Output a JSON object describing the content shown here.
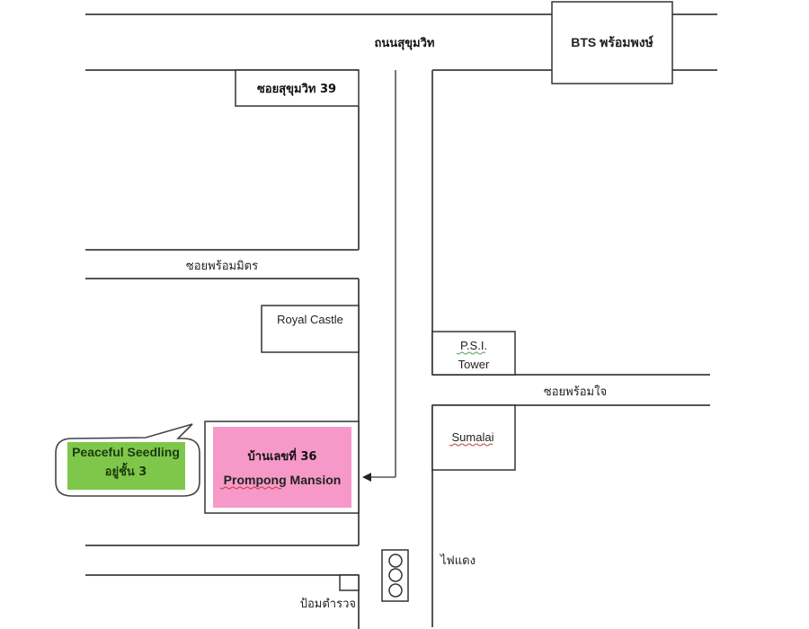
{
  "map": {
    "roads": {
      "main_road": "ถนนสุขุมวิท",
      "soi_39": "ซอยสุขุมวิท 39",
      "soi_promphong_mit": "ซอยพร้อมมิตร",
      "soi_promphong_jai": "ซอยพร้อมใจ"
    },
    "landmarks": {
      "bts_station": "BTS พร้อมพงษ์",
      "royal_castle": "Royal Castle",
      "psi_tower_line1": "P.S.I.",
      "psi_tower_line2": "Tower",
      "sumalai": "Sumalai",
      "police_box": "ป้อมตำรวจ",
      "traffic_light": "ไฟแดง"
    },
    "destination": {
      "line1": "บ้านเลขที่ 36",
      "line2": "Prompong Mansion",
      "color": "#f799c8"
    },
    "callout": {
      "line1": "Peaceful Seedling",
      "line2": "อยู่ชั้น 3",
      "color": "#7fc74a"
    }
  }
}
